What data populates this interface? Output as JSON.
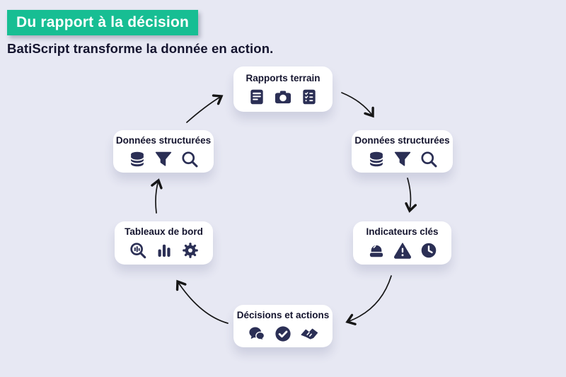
{
  "header": {
    "badge": "Du rapport à la décision",
    "subtitle": "BatiScript transforme la donnée en action."
  },
  "colors": {
    "background": "#e7e8f3",
    "accent_green": "#17be93",
    "icon_navy": "#2b2f55",
    "text_dark": "#14142e",
    "card_bg": "#ffffff",
    "arrow": "#161616"
  },
  "cycle": {
    "nodes": [
      {
        "id": "rapports-terrain",
        "label": "Rapports terrain",
        "icons": [
          "report-icon",
          "camera-icon",
          "checklist-icon"
        ]
      },
      {
        "id": "donnees-structurees-1",
        "label": "Données structurées",
        "icons": [
          "database-icon",
          "filter-icon",
          "search-icon"
        ]
      },
      {
        "id": "indicateurs-cles",
        "label": "Indicateurs clés",
        "icons": [
          "alarm-icon",
          "warning-icon",
          "clock-icon"
        ]
      },
      {
        "id": "decisions-et-actions",
        "label": "Décisions et actions",
        "icons": [
          "chat-icon",
          "check-circle-icon",
          "handshake-icon"
        ]
      },
      {
        "id": "tableaux-de-bord",
        "label": "Tableaux de bord",
        "icons": [
          "chart-search-icon",
          "bar-chart-icon",
          "gear-icon"
        ]
      },
      {
        "id": "donnees-structurees-2",
        "label": "Données structurées",
        "icons": [
          "database-icon",
          "filter-icon",
          "search-icon"
        ]
      }
    ],
    "flow": [
      "rapports-terrain → donnees-structurees-1",
      "donnees-structurees-1 → indicateurs-cles",
      "indicateurs-cles → decisions-et-actions",
      "decisions-et-actions → tableaux-de-bord",
      "tableaux-de-bord → donnees-structurees-2",
      "donnees-structurees-2 → rapports-terrain"
    ]
  }
}
